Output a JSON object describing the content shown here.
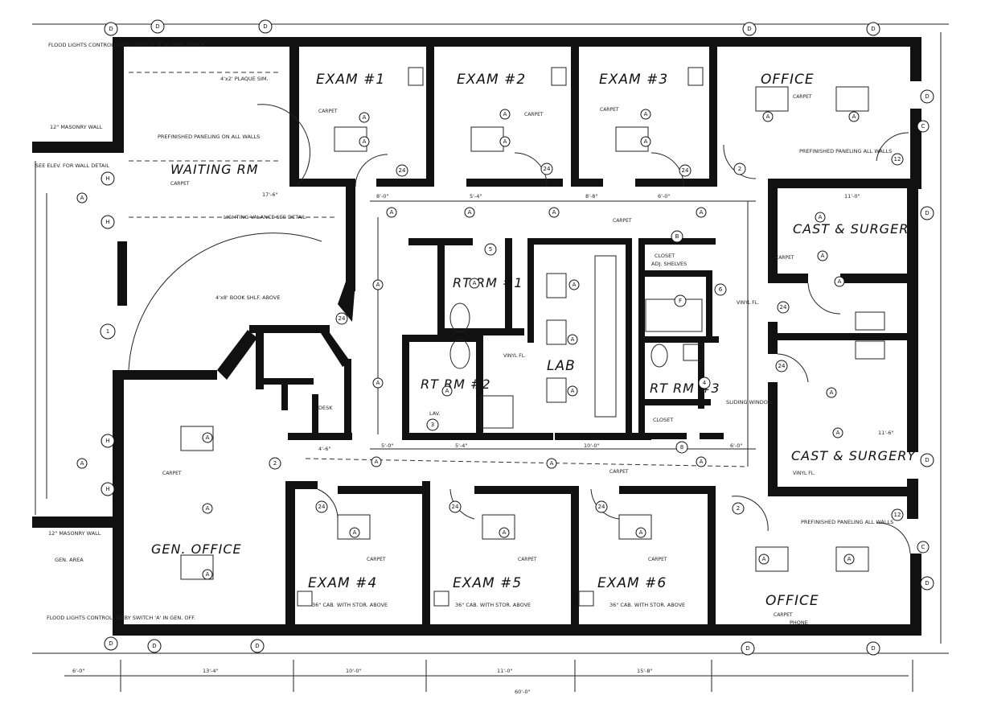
{
  "rooms": {
    "exam1": "EXAM #1",
    "exam2": "EXAM #2",
    "exam3": "EXAM #3",
    "office_ne": "OFFICE",
    "waiting": "WAITING RM",
    "cast_surgery_1": "CAST & SURGERY",
    "rt_rm1": "RT RM #1",
    "rt_rm2": "RT RM #2",
    "rt_rm3": "RT RM #3",
    "lab": "LAB",
    "closet_1": "CLOSET",
    "closet_2": "CLOSET",
    "cast_surgery_2": "CAST & SURGERY",
    "gen_office": "GEN. OFFICE",
    "exam4": "EXAM #4",
    "exam5": "EXAM #5",
    "exam6": "EXAM #6",
    "office_se": "OFFICE",
    "desk": "DESK"
  },
  "finishes": {
    "carpet": "CARPET",
    "vinyl": "VINYL FL.",
    "carpet_waiting": "CARPET"
  },
  "notes": {
    "flood_nw": "FLOOD LIGHTS CONTROLLED BY SWITCH 'B' IN GEN. OFFICE",
    "flood_sw": "FLOOD LIGHTS CONTROLLED BY SWITCH 'A' IN GEN. OFF.",
    "masonry_n": "12\" MASONRY WALL",
    "masonry_s": "12\" MASONRY WALL",
    "prefinished_waiting": "PREFINISHED PANELING ON ALL WALLS",
    "prefinished_office_ne": "PREFINISHED PANELING ALL WALLS",
    "prefinished_office_se": "PREFINISHED PANELING ALL WALLS",
    "plaque": "4'x2' PLAQUE SIM.",
    "valance": "LIGHTING VALANCE SEE DETAIL",
    "book_shelf": "4'x8' BOOK SHLF. ABOVE",
    "cab_with_stor": "36\" CAB. WITH STOR. ABOVE",
    "closet_shelves": "ADJ. SHELVES",
    "phone": "PHONE",
    "desk_note": "DESK",
    "sliding_window": "SLIDING WINDOW",
    "wall_detail": "SEE ELEV. FOR WALL DETAIL",
    "lav": "LAV.",
    "gen_area": "GEN. AREA"
  },
  "dimensions": {
    "d1": "8'-0\"",
    "d2": "5'-4\"",
    "d3": "8'-8\"",
    "d4": "6'-0\"",
    "d5": "11'-0\"",
    "d6": "17'-6\"",
    "d7": "4'-6\"",
    "d8": "5'-0\"",
    "d9": "5'-4\"",
    "d10": "10'-0\"",
    "d11": "6'-0\"",
    "d12": "11'-6\"",
    "d13": "13'-4\"",
    "d14": "10'-0\"",
    "d15": "11'-0\"",
    "d16": "15'-8\"",
    "d17": "60'-0\"",
    "d18": "6'-0\""
  },
  "tags": {
    "light_a": "A",
    "fixture_d": "D",
    "fixture_h": "H",
    "fixture_c": "C",
    "fixture_b": "B",
    "fixture_f": "F",
    "door_24": "24",
    "door_2": "2",
    "door_12": "12",
    "door_3": "3",
    "door_5": "5",
    "door_6": "6",
    "door_4": "4",
    "door_1": "1",
    "door_8": "8"
  },
  "colors": {
    "ink": "#111111",
    "paper": "#ffffff"
  }
}
